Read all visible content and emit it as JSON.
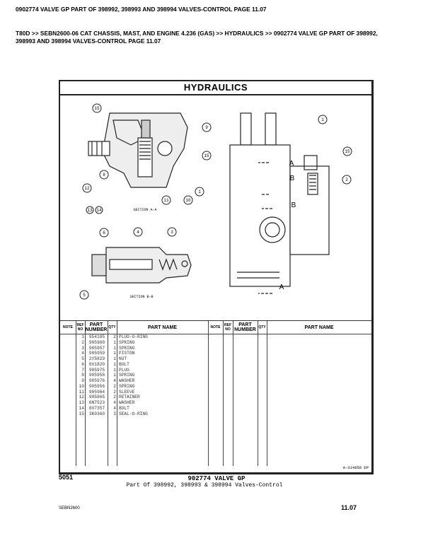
{
  "header": {
    "title": "0902774 VALVE GP PART OF 398992, 398993 AND 398994 VALVES-CONTROL PAGE 11.07",
    "breadcrumb_line1": "T80D >> SEBN2600-06 CAT CHASSIS, MAST, AND ENGINE 4.236 (GAS) >> HYDRAULICS >> 0902774 VALVE GP PART OF 398992,",
    "breadcrumb_line2": "398993 AND 398994 VALVES-CONTROL PAGE 11.07"
  },
  "drawing": {
    "band_title": "HYDRAULICS",
    "section_aa": "SECTION A-A",
    "section_bb": "SECTION B-B",
    "callouts_aa": [
      "15",
      "9",
      "15",
      "8",
      "12",
      "1",
      "10",
      "13",
      "14",
      "11"
    ],
    "callouts_bb": [
      "6",
      "4",
      "3",
      "5"
    ],
    "callouts_side": [
      "1",
      "15",
      "2"
    ],
    "letters": [
      "A",
      "B",
      "B",
      "A"
    ],
    "ref_code": "A-314858 EP"
  },
  "table": {
    "headers": {
      "note": "NOTE",
      "ref": "REF NO",
      "part_number": "PART NUMBER",
      "qty": "QTY",
      "part_name": "PART NAME"
    },
    "rows": [
      {
        "ref": "1",
        "pn": "954185",
        "qty": "2",
        "name": "PLUG-O-RING"
      },
      {
        "ref": "2",
        "pn": "905960",
        "qty": "1",
        "name": "SPRING"
      },
      {
        "ref": "3",
        "pn": "905957",
        "qty": "1",
        "name": "SPRING"
      },
      {
        "ref": "4",
        "pn": "905959",
        "qty": "1",
        "name": "PISTON"
      },
      {
        "ref": "5",
        "pn": "2Y5829",
        "qty": "1",
        "name": "NUT"
      },
      {
        "ref": "6",
        "pn": "6V1820",
        "qty": "1",
        "name": "BOLT"
      },
      {
        "ref": "7",
        "pn": "905975",
        "qty": "1",
        "name": "PLUG"
      },
      {
        "ref": "8",
        "pn": "905958",
        "qty": "1",
        "name": "SPRING"
      },
      {
        "ref": "9",
        "pn": "905976",
        "qty": "4",
        "name": "WASHER"
      },
      {
        "ref": "10",
        "pn": "905956",
        "qty": "2",
        "name": "SPRING"
      },
      {
        "ref": "11",
        "pn": "905964",
        "qty": "2",
        "name": "SLEEVE"
      },
      {
        "ref": "12",
        "pn": "905965",
        "qty": "2",
        "name": "RETAINER"
      },
      {
        "ref": "13",
        "pn": "6N7523",
        "qty": "4",
        "name": "WASHER"
      },
      {
        "ref": "14",
        "pn": "6V7357",
        "qty": "4",
        "name": "BOLT"
      },
      {
        "ref": "15",
        "pn": "3K0360",
        "qty": "3",
        "name": "SEAL-O-RING"
      }
    ]
  },
  "footer": {
    "group_no": "5051",
    "group_title": "902774 VALVE GP",
    "group_desc": "Part Of 398992, 398993 & 398994 Valves-Control",
    "doc_id": "SEBN2600",
    "page": "11.07"
  }
}
